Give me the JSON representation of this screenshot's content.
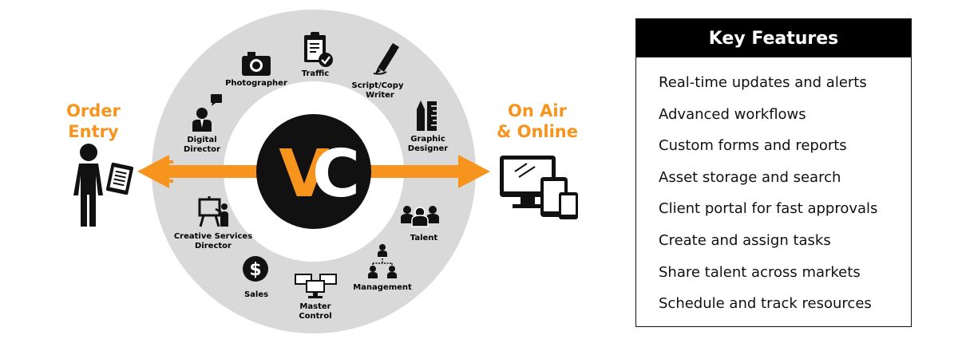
{
  "left_label": {
    "line1": "Order",
    "line2": "Entry"
  },
  "right_label": {
    "line1": "On Air",
    "line2": "& Online"
  },
  "logo": {
    "letter_v": "V",
    "letter_c": "C"
  },
  "roles": {
    "photographer": "Photographer",
    "traffic": "Traffic",
    "script_line1": "Script/Copy",
    "script_line2": "Writer",
    "digital_line1": "Digital",
    "digital_line2": "Director",
    "graphic_line1": "Graphic",
    "graphic_line2": "Designer",
    "creative_line1": "Creative Services",
    "creative_line2": "Director",
    "talent": "Talent",
    "management": "Management",
    "sales": "Sales",
    "master_line1": "Master",
    "master_line2": "Control"
  },
  "features": {
    "title": "Key Features",
    "items": [
      "Real-time updates and alerts",
      "Advanced workflows",
      "Custom forms and reports",
      "Asset storage and search",
      "Client portal for fast approvals",
      "Create and assign tasks",
      "Share talent across markets",
      "Schedule and track resources"
    ]
  },
  "colors": {
    "orange": "#f7941d",
    "ring": "#d9d9d9",
    "black": "#111111"
  },
  "icons": {
    "order_entry": "person-with-clipboard-icon",
    "on_air": "devices-icon",
    "photographer": "camera-icon",
    "traffic": "clipboard-check-icon",
    "script": "pen-icon",
    "graphic": "ruler-pencil-icon",
    "digital": "presenter-icon",
    "creative": "easel-presenter-icon",
    "talent": "group-icon",
    "management": "org-chart-icon",
    "sales": "dollar-coin-icon",
    "master": "monitors-icon"
  }
}
